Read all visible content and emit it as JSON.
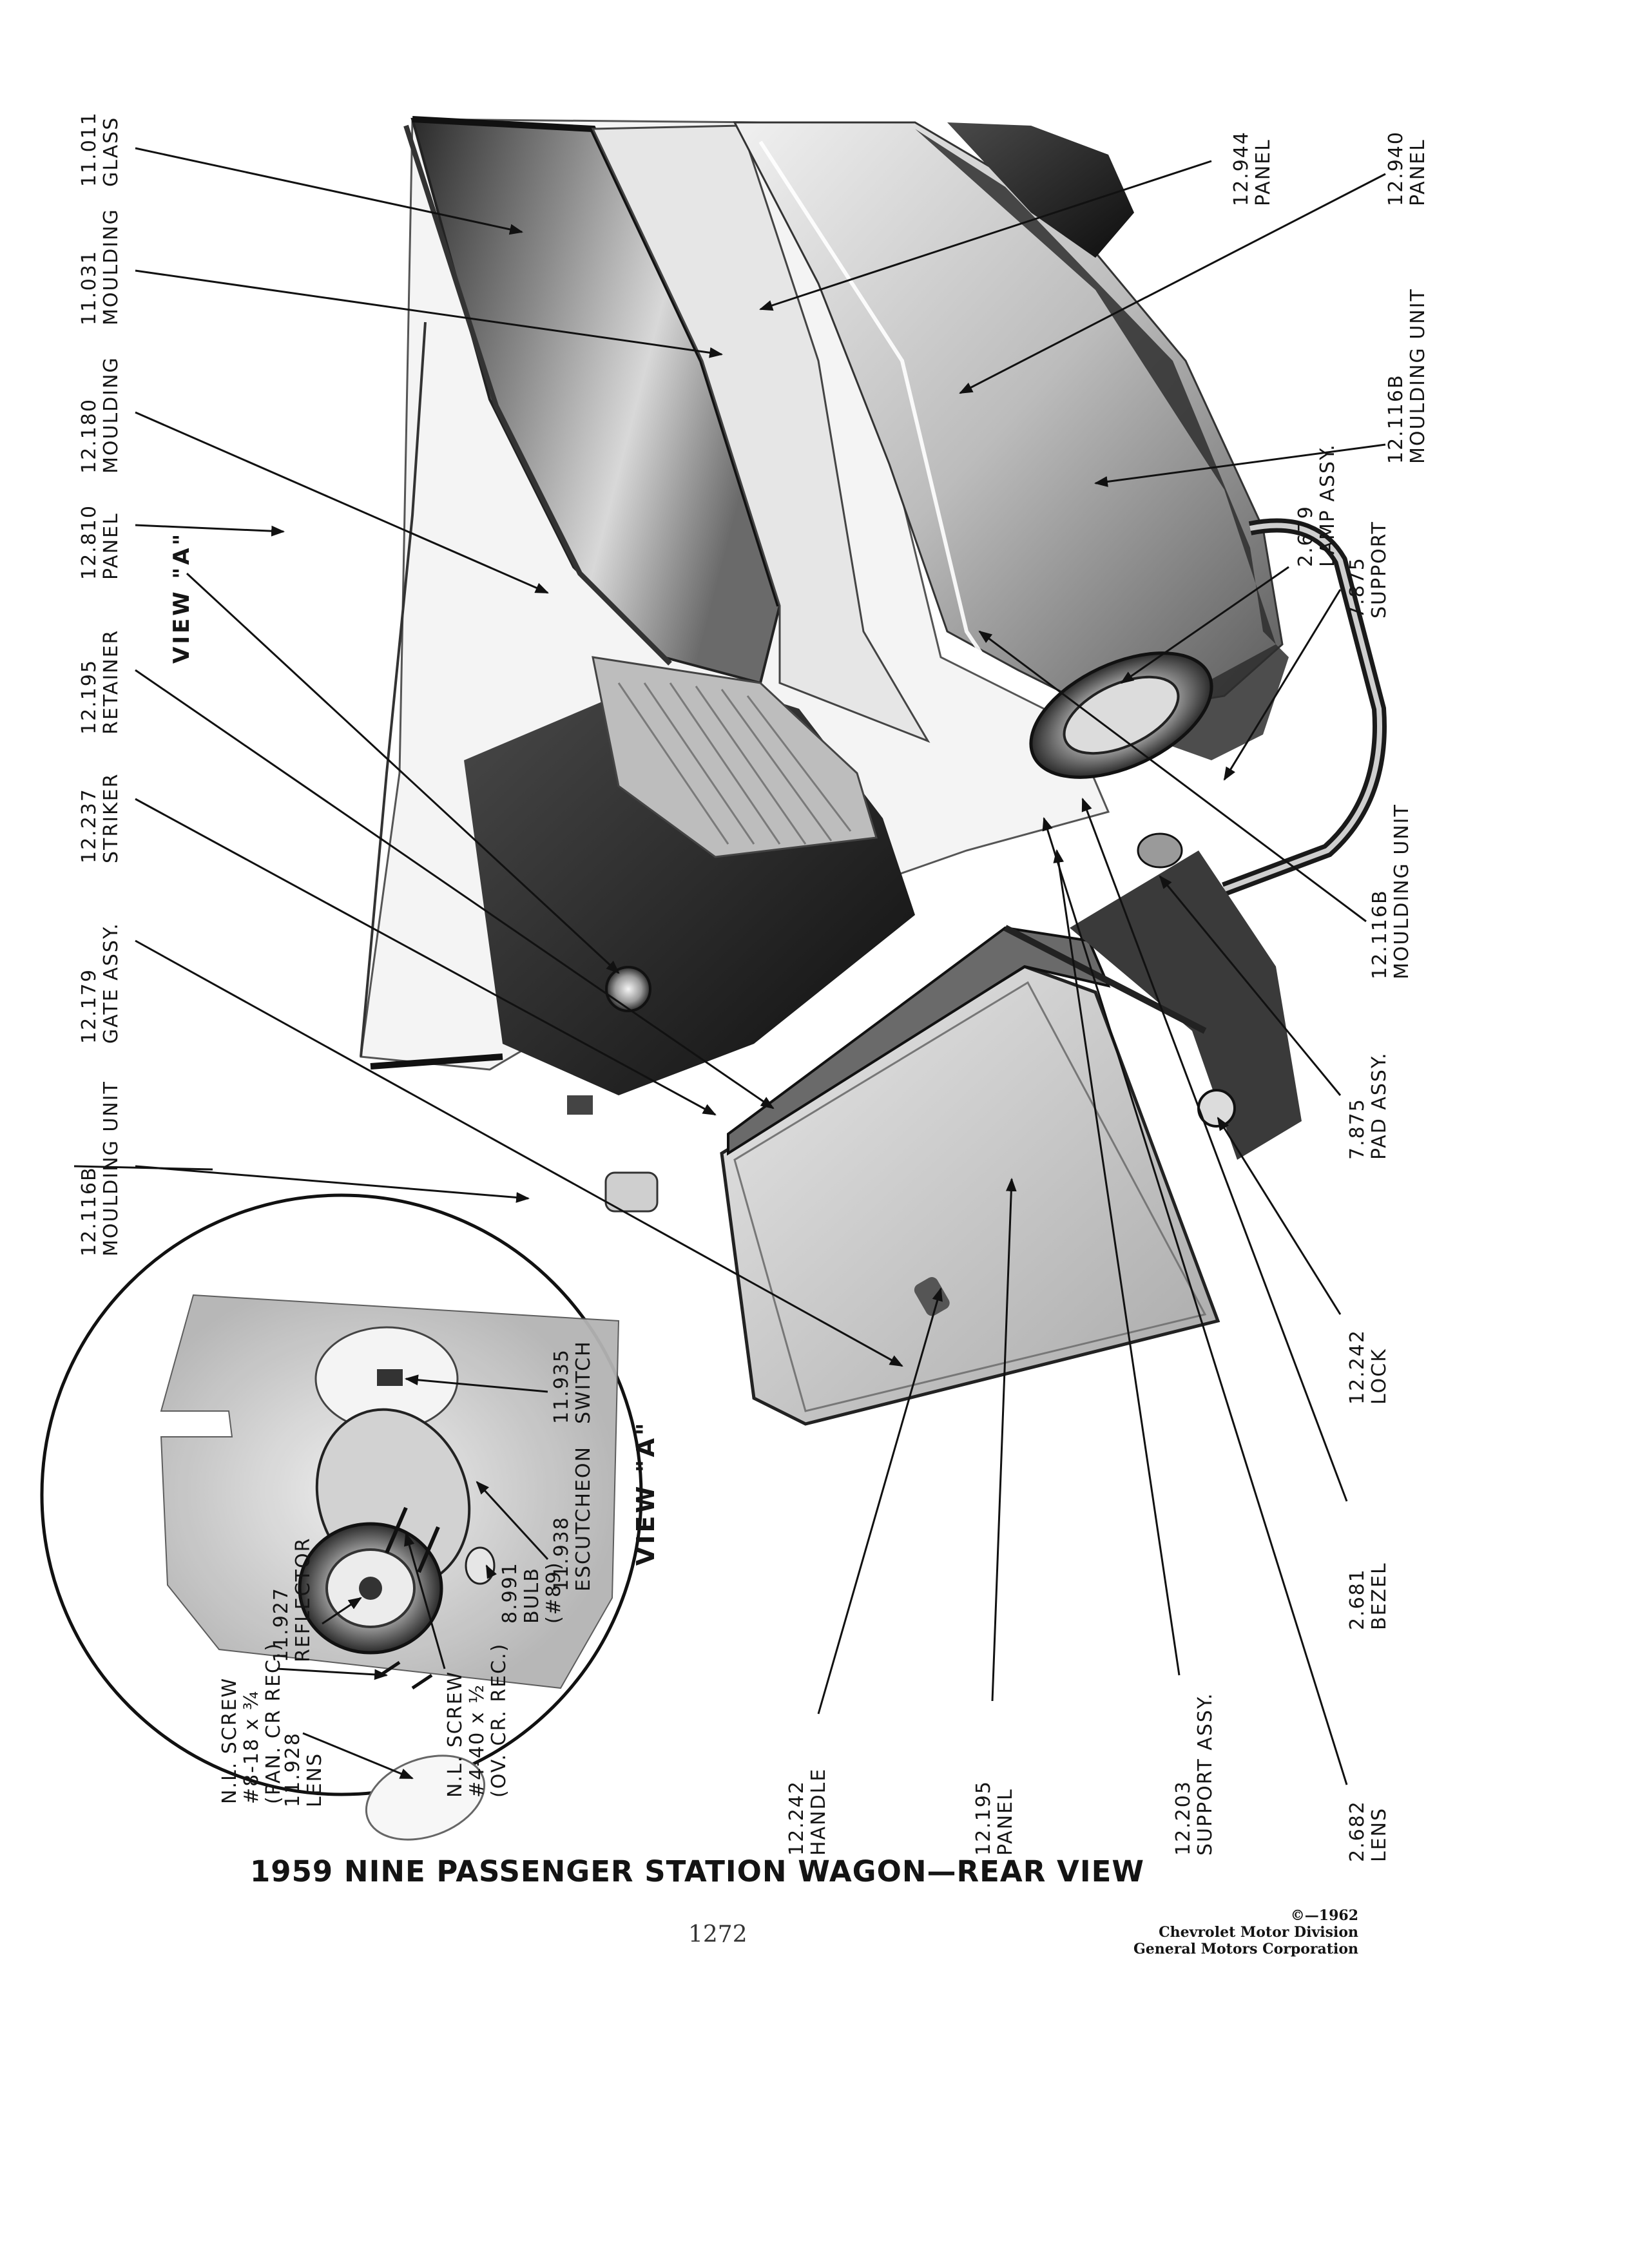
{
  "labels": [
    {
      "id": "glass",
      "num": "11.011",
      "name": "GLASS"
    },
    {
      "id": "moulding-11031",
      "num": "11.031",
      "name": "MOULDING"
    },
    {
      "id": "moulding-12180",
      "num": "12.180",
      "name": "MOULDING"
    },
    {
      "id": "panel-12810",
      "num": "12.810",
      "name": "PANEL"
    },
    {
      "id": "retainer",
      "num": "12.195",
      "name": "RETAINER"
    },
    {
      "id": "striker",
      "num": "12.237",
      "name": "STRIKER"
    },
    {
      "id": "gate-assy",
      "num": "12.179",
      "name": "GATE ASSY."
    },
    {
      "id": "moulding-unit-left",
      "num": "12.116B",
      "name": "MOULDING UNIT"
    },
    {
      "id": "panel-12944",
      "num": "12.944",
      "name": "PANEL"
    },
    {
      "id": "panel-12940",
      "num": "12.940",
      "name": "PANEL"
    },
    {
      "id": "moulding-unit-right-top",
      "num": "12.116B",
      "name": "MOULDING UNIT"
    },
    {
      "id": "lamp-assy",
      "num": "2.679",
      "name": "LAMP ASSY."
    },
    {
      "id": "support-7875",
      "num": "7.875",
      "name": "SUPPORT"
    },
    {
      "id": "moulding-unit-right-mid",
      "num": "12.116B",
      "name": "MOULDING UNIT"
    },
    {
      "id": "pad-assy",
      "num": "7.875",
      "name": "PAD ASSY."
    },
    {
      "id": "lock",
      "num": "12.242",
      "name": "LOCK"
    },
    {
      "id": "bezel",
      "num": "2.681",
      "name": "BEZEL"
    },
    {
      "id": "lens-2682",
      "num": "2.682",
      "name": "LENS"
    },
    {
      "id": "support-assy",
      "num": "12.203",
      "name": "SUPPORT ASSY."
    },
    {
      "id": "panel-12195",
      "num": "12.195",
      "name": "PANEL"
    },
    {
      "id": "handle",
      "num": "12.242",
      "name": "HANDLE"
    }
  ],
  "inset": {
    "title": "VIEW \"A\"",
    "labels": [
      {
        "id": "switch",
        "lines": [
          "11.935",
          "SWITCH"
        ]
      },
      {
        "id": "escutcheon",
        "lines": [
          "11.938",
          "ESCUTCHEON"
        ]
      },
      {
        "id": "bulb",
        "lines": [
          "8.991",
          "BULB",
          "(#89)"
        ]
      },
      {
        "id": "screw-440",
        "lines": [
          "N.L. SCREW",
          "#4-40 x ½",
          "(OV. CR. REC.)"
        ]
      },
      {
        "id": "reflector",
        "lines": [
          "11.927",
          "REFLECTOR"
        ]
      },
      {
        "id": "screw-818",
        "lines": [
          "N.L. SCREW",
          "#8-18 x ¾",
          "(PAN. CR  REC.)"
        ]
      },
      {
        "id": "lens-11928",
        "lines": [
          "11.928",
          "LENS"
        ]
      }
    ]
  },
  "view_a_callout": "VIEW \"A\"",
  "caption": "1959 NINE PASSENGER STATION WAGON—REAR VIEW",
  "page_number": "1272",
  "copyright": [
    "©—1962",
    "Chevrolet Motor Division",
    "General Motors Corporation"
  ]
}
